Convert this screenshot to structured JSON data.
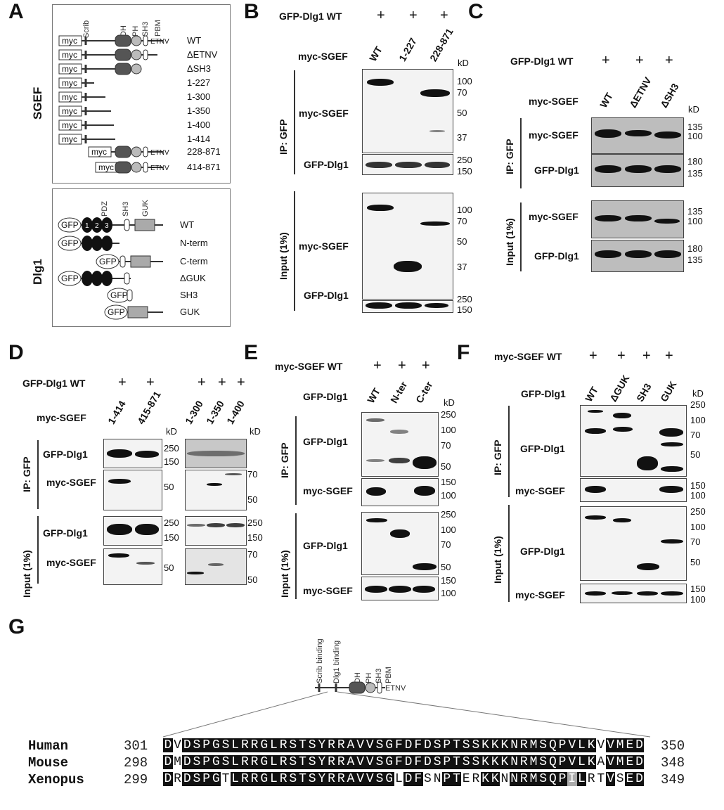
{
  "panels": {
    "A": "A",
    "B": "B",
    "C": "C",
    "D": "D",
    "E": "E",
    "F": "F",
    "G": "G"
  },
  "A": {
    "sgef_label": "SGEF",
    "dlg1_label": "Dlg1",
    "sgef_domains": [
      "Scrib",
      "DH",
      "PH",
      "SH3",
      "PBM"
    ],
    "tag": "myc",
    "motif": "ETNV",
    "sgef_constructs": [
      "WT",
      "ΔETNV",
      "ΔSH3",
      "1-227",
      "1-300",
      "1-350",
      "1-400",
      "1-414",
      "228-871",
      "414-871"
    ],
    "dlg1_domains": [
      "PDZ",
      "SH3",
      "GUK"
    ],
    "gfp": "GFP",
    "pdz_numbers": [
      "1",
      "2",
      "3"
    ],
    "dlg1_constructs": [
      "WT",
      "N-term",
      "C-term",
      "ΔGUK",
      "SH3",
      "GUK"
    ]
  },
  "B": {
    "header1": "GFP-Dlg1 WT",
    "plus": "+",
    "header2": "myc-SGEF",
    "lanes": [
      "WT",
      "1-227",
      "228-871"
    ],
    "kd": "kD",
    "ip": "IP: GFP",
    "input": "Input (1%)",
    "rows": [
      "myc-SGEF",
      "GFP-Dlg1",
      "myc-SGEF",
      "GFP-Dlg1"
    ],
    "mw_ip_sgef": [
      "100",
      "70",
      "50",
      "37"
    ],
    "mw_ip_dlg": [
      "250",
      "150"
    ],
    "mw_in_sgef": [
      "100",
      "70",
      "50",
      "37"
    ],
    "mw_in_dlg": [
      "250",
      "150"
    ]
  },
  "C": {
    "header1": "GFP-Dlg1 WT",
    "header2": "myc-SGEF",
    "lanes": [
      "WT",
      "ΔETNV",
      "ΔSH3"
    ],
    "kd": "kD",
    "ip": "IP: GFP",
    "input": "Input (1%)",
    "rows": [
      "myc-SGEF",
      "GFP-Dlg1",
      "myc-SGEF",
      "GFP-Dlg1"
    ],
    "mw_sgef": [
      "135",
      "100"
    ],
    "mw_dlg": [
      "180",
      "135"
    ]
  },
  "D": {
    "header1": "GFP-Dlg1 WT",
    "header2": "myc-SGEF",
    "lanes_left": [
      "1-414",
      "415-871"
    ],
    "lanes_right": [
      "1-300",
      "1-350",
      "1-400"
    ],
    "kd": "kD",
    "ip": "IP: GFP",
    "input": "Input (1%)",
    "rows": [
      "GFP-Dlg1",
      "myc-SGEF",
      "GFP-Dlg1",
      "myc-SGEF"
    ],
    "mw_dlg": [
      "250",
      "150"
    ],
    "mw_sgef": [
      "70",
      "50"
    ]
  },
  "E": {
    "header1": "myc-SGEF WT",
    "header2": "GFP-Dlg1",
    "lanes": [
      "WT",
      "N-ter",
      "C-ter"
    ],
    "kd": "kD",
    "ip": "IP: GFP",
    "input": "Input (1%)",
    "rows": [
      "GFP-Dlg1",
      "myc-SGEF",
      "GFP-Dlg1",
      "myc-SGEF"
    ],
    "mw_dlg": [
      "250",
      "100",
      "70",
      "50"
    ],
    "mw_sgef": [
      "150",
      "100"
    ]
  },
  "F": {
    "header1": "myc-SGEF WT",
    "header2": "GFP-Dlg1",
    "lanes": [
      "WT",
      "ΔGUK",
      "SH3",
      "GUK"
    ],
    "kd": "kD",
    "ip": "IP: GFP",
    "input": "Input (1%)",
    "rows": [
      "GFP-Dlg1",
      "myc-SGEF",
      "GFP-Dlg1",
      "myc-SGEF"
    ],
    "mw_dlg_ip": [
      "250",
      "100",
      "70",
      "50"
    ],
    "mw_dlg_in": [
      "250",
      "100",
      "70",
      "50"
    ],
    "mw_sgef": [
      "150",
      "100"
    ]
  },
  "G": {
    "schema_labels": [
      "Scrib binding",
      "Dlg1 binding",
      "DH",
      "PH",
      "SH3",
      "PBM"
    ],
    "motif": "ETNV",
    "alignment": [
      {
        "species": "Human",
        "start": "301",
        "seq": "DVDSPGSLRRGLRSTSYRRAVVSGFDFDSPTSSKKKNRMSQPVLKVVMED",
        "end": "350"
      },
      {
        "species": "Mouse",
        "start": "298",
        "seq": "DMDSPGSLRRGLRSTSYRRAVVSGFDFDSPTSSKKKNRMSQPVLKAVMED",
        "end": "348"
      },
      {
        "species": "Xenopus",
        "start": "299",
        "seq": "DRDSPGTLRRGLRSTSYRRAVVSGLDFSNPTERKKNNRMSQPILRTVSED",
        "end": "349"
      }
    ]
  }
}
